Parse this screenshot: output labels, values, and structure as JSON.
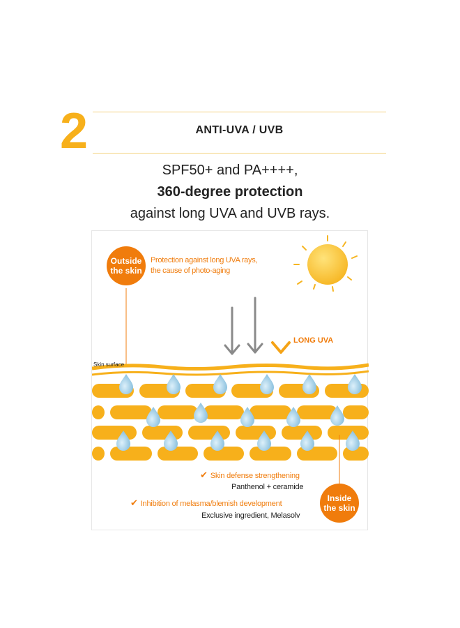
{
  "header": {
    "step_number": "2",
    "title": "ANTI-UVA / UVB"
  },
  "headline": {
    "line1": "SPF50+ and PA++++,",
    "line2": "360-degree protection",
    "line3": "against long UVA and UVB rays."
  },
  "diagram": {
    "outside_badge": {
      "line1": "Outside",
      "line2": "the skin"
    },
    "outside_note": {
      "line1": "Protection against long UVA rays,",
      "line2": "the cause of photo-aging"
    },
    "long_uva_label": "LONG UVA",
    "skin_surface_label": "Skin surface",
    "benefits": [
      {
        "title": "Skin defense strengthening",
        "detail": "Panthenol + ceramide"
      },
      {
        "title": "Inhibition of melasma/blemish development",
        "detail": "Exclusive ingredient, Melasolv"
      }
    ],
    "inside_badge": {
      "line1": "Inside",
      "line2": "the skin"
    },
    "colors": {
      "accent_orange": "#F07C0C",
      "yellow": "#F7B01B",
      "arrow_gray": "#8A8A8A",
      "droplet_blue": "#9FCDE6"
    }
  }
}
